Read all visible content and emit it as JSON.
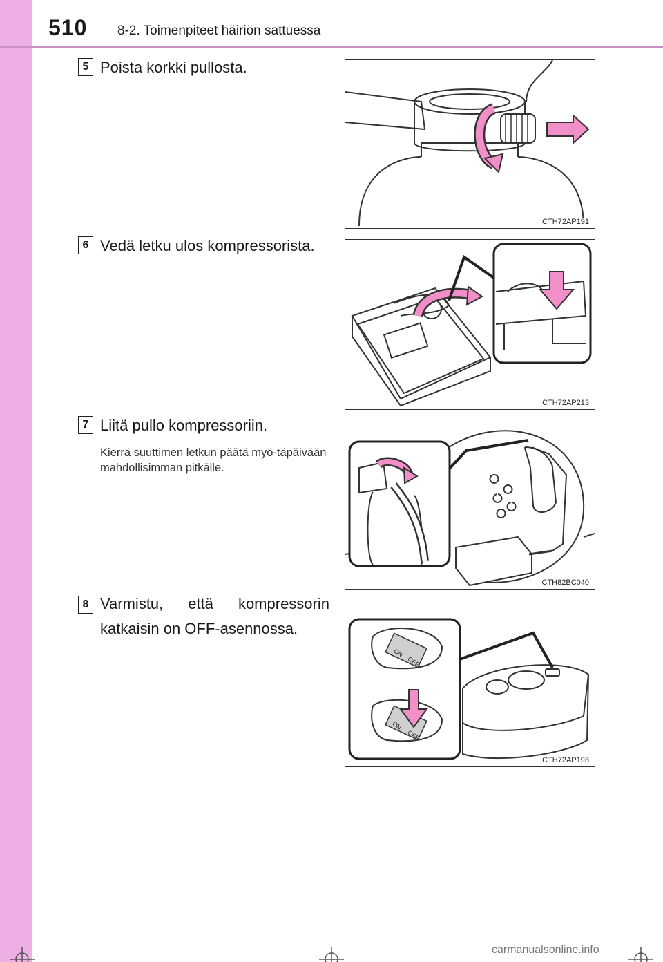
{
  "header": {
    "page_number": "510",
    "section_title": "8-2. Toimenpiteet häiriön sattuessa"
  },
  "steps": [
    {
      "number": "5",
      "text": "Poista korkki pullosta.",
      "note": "",
      "figure_code": "CTH72AP191"
    },
    {
      "number": "6",
      "text": "Vedä letku ulos kompressorista.",
      "note": "",
      "figure_code": "CTH72AP213"
    },
    {
      "number": "7",
      "text": "Liitä pullo kompressoriin.",
      "note": "Kierrä suuttimen letkun päätä myö-täpäivään mahdollisimman pitkälle.",
      "figure_code": "CTH82BC040"
    },
    {
      "number": "8",
      "text": "Varmistu, että kompressorin katkaisin on OFF-asennossa.",
      "note": "",
      "figure_code": "CTH72AP193"
    }
  ],
  "figure_labels": {
    "switch_on": "ON",
    "switch_off": "OFF"
  },
  "footer": {
    "watermark": "carmanualsonline.info"
  },
  "colors": {
    "sidebar": "#eeb0e4",
    "arrow_pink": "#f08fc8",
    "header_rule": "#c690c0"
  }
}
